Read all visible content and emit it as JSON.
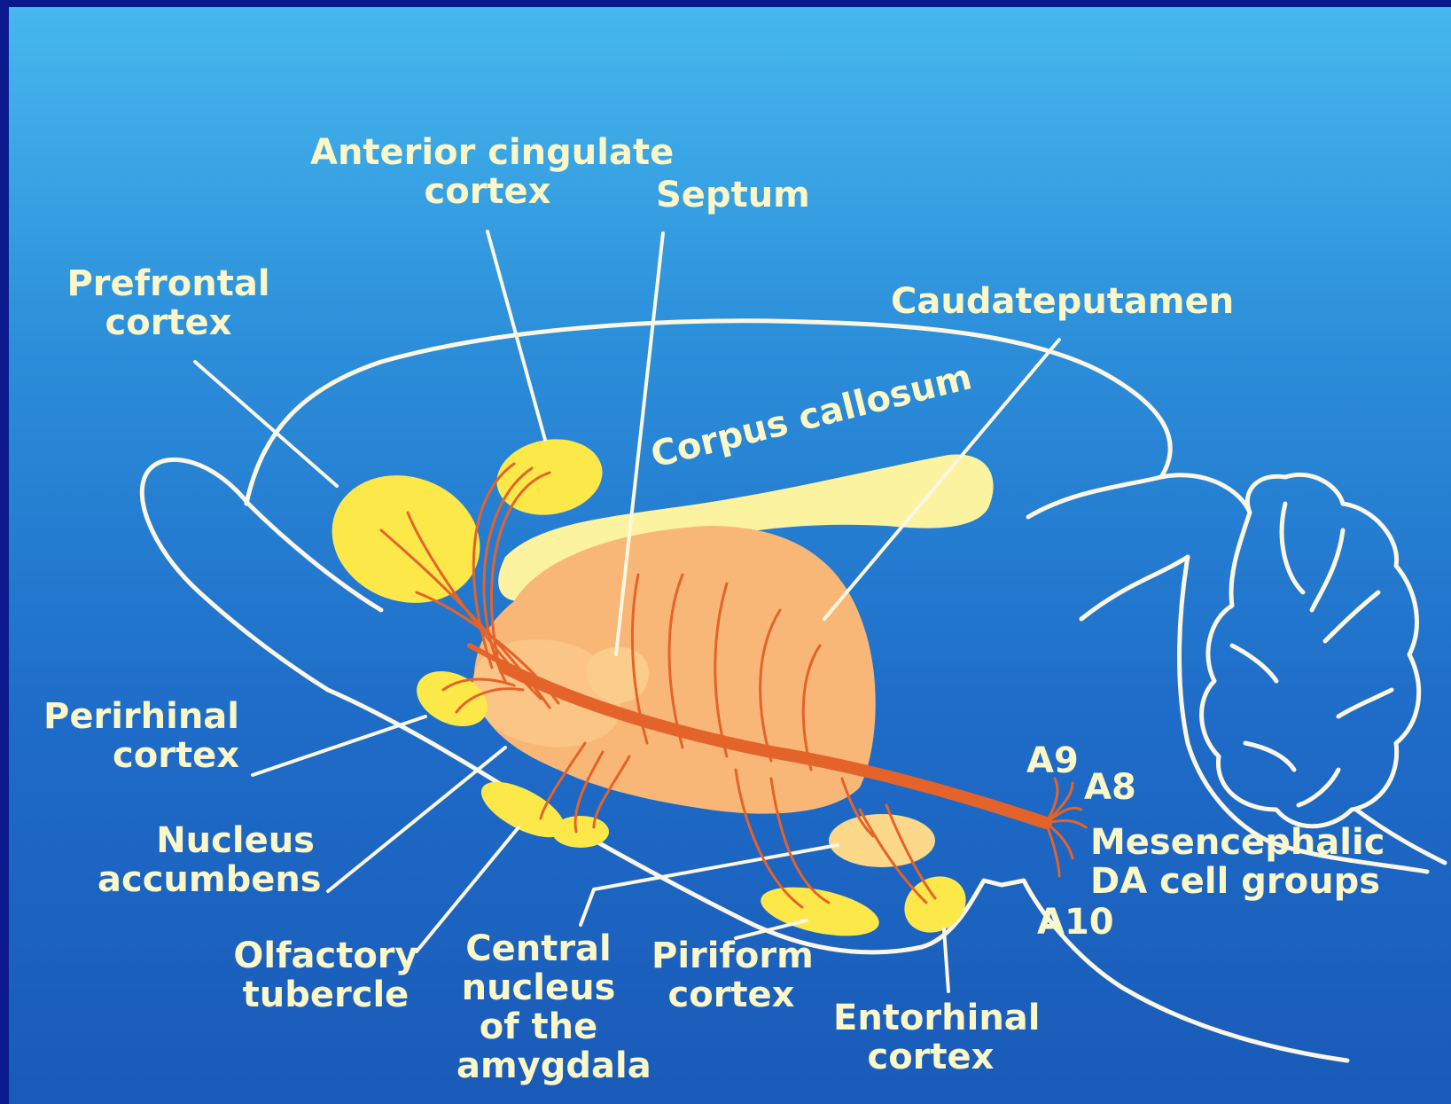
{
  "colors": {
    "border": "#0a1a8c",
    "outline": "#fbf7e4",
    "yellow": "#fde84a",
    "pale_yellow": "#fbf3a0",
    "striatum": "#f8b777",
    "fibers": "#e4632a",
    "label_text": "#fbf7c8"
  },
  "labels": {
    "anterior_cingulate": [
      "Anterior cingulate",
      "cortex"
    ],
    "septum": [
      "Septum"
    ],
    "prefrontal": [
      "Prefrontal",
      "cortex"
    ],
    "caudateputamen": [
      "Caudateputamen"
    ],
    "corpus_callosum": [
      "Corpus callosum"
    ],
    "perirhinal": [
      "Perirhinal",
      "cortex"
    ],
    "nucleus_accumbens": [
      "Nucleus",
      "accumbens"
    ],
    "olfactory": [
      "Olfactory",
      "tubercle"
    ],
    "central_nucleus": [
      "Central",
      "nucleus",
      "of the",
      "amygdala"
    ],
    "piriform": [
      "Piriform",
      "cortex"
    ],
    "entorhinal": [
      "Entorhinal",
      "cortex"
    ],
    "a9": "A9",
    "a8": "A8",
    "a10": "A10",
    "mesencephalic": [
      "Mesencephalic",
      "DA cell groups"
    ]
  }
}
